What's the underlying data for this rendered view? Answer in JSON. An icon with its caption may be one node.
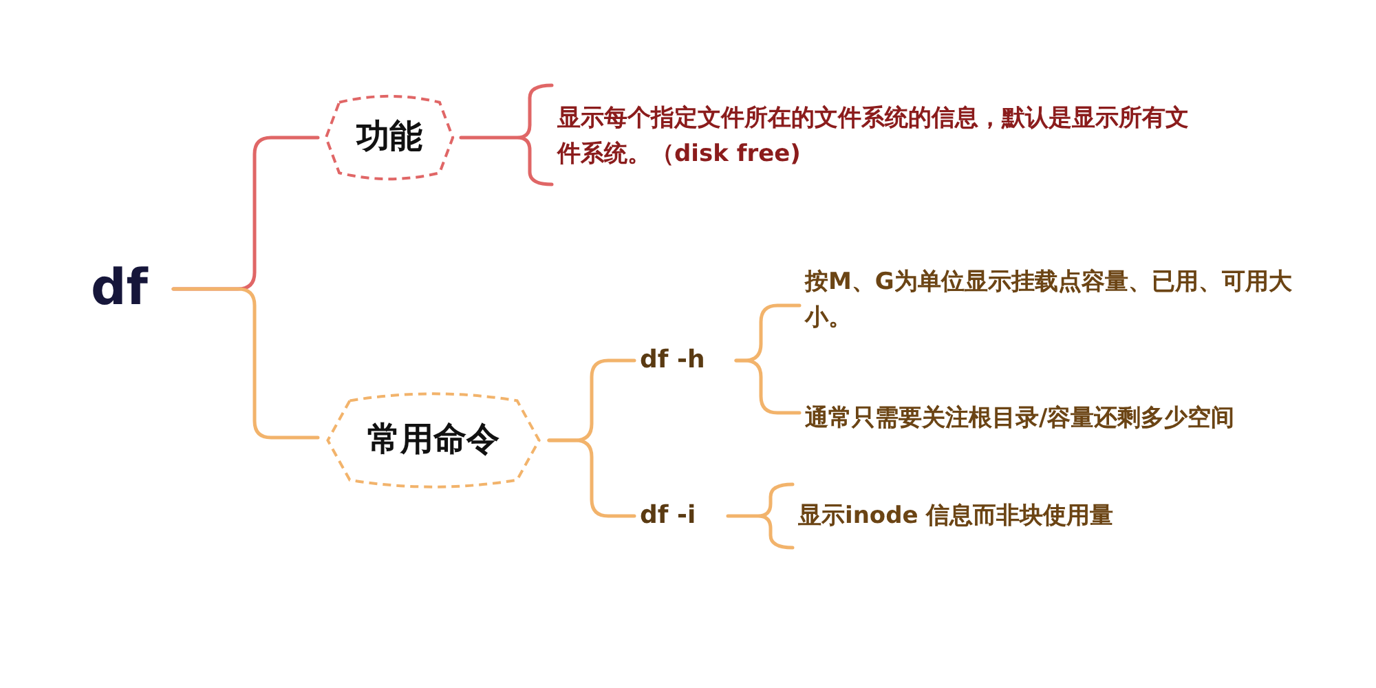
{
  "diagram": {
    "nodes": [
      {
        "text": [
          "df"
        ]
      },
      {
        "text": [
          "功能"
        ]
      },
      {
        "text": [
          "显示每个指定文件所在的文件系统的信息，默认是显示所有文件系统。（disk free)"
        ]
      },
      {
        "text": [
          "常用命令"
        ]
      },
      {
        "text": [
          "df -h"
        ]
      },
      {
        "text": [
          "按M、G为单位显示挂载点容量、已用、可用大小。"
        ]
      },
      {
        "text": [
          "通常只需要关注根目录/容量还剩多少空间"
        ]
      },
      {
        "text": [
          "df -i"
        ]
      },
      {
        "text": [
          "显示inode 信息而非块使用量"
        ]
      }
    ],
    "edges": [
      {
        "from": 0,
        "to": 1,
        "arrow": "none",
        "color": "#e06666"
      },
      {
        "from": 0,
        "to": 3,
        "arrow": "none"
      },
      {
        "from": 1,
        "to": 2,
        "arrow": "none",
        "color": "#e06666"
      },
      {
        "from": 3,
        "to": 4,
        "arrow": "none"
      },
      {
        "from": 3,
        "to": 7,
        "arrow": "none"
      },
      {
        "from": 4,
        "to": 5,
        "arrow": "none"
      },
      {
        "from": 4,
        "to": 6,
        "arrow": "none"
      },
      {
        "from": 7,
        "to": 8,
        "arrow": "none"
      }
    ]
  }
}
